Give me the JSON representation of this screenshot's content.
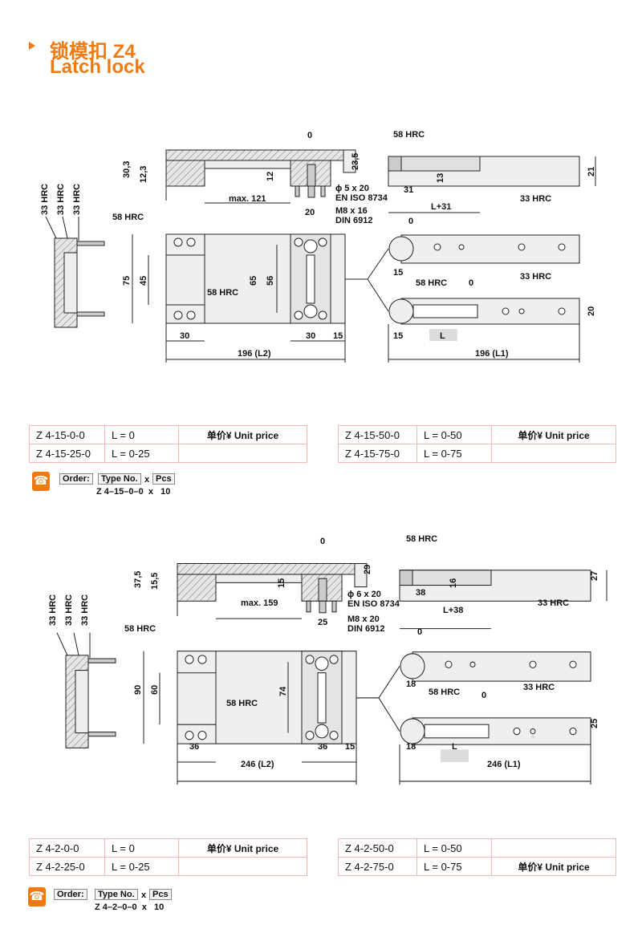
{
  "title": {
    "zh": "锁模扣 Z4",
    "en": "Latch lock"
  },
  "sections": [
    {
      "labels": {
        "zero_top": "0",
        "h303": "30,3",
        "h123": "12,3",
        "h235": "23,5",
        "h12": "12",
        "max": "max. 121",
        "pin": "ϕ 5 x 20",
        "pin_std": "EN ISO 8734",
        "screw": "M8 x 16",
        "screw_std": "DIN 6912",
        "hrc33": "33 HRC",
        "hrc58": "58 HRC",
        "w20": "20",
        "h75": "75",
        "h45": "45",
        "h65": "65",
        "h56": "56",
        "w30a": "30",
        "w30b": "30",
        "w15": "15",
        "l2": "196 (L2)",
        "r_13": "13",
        "r_31": "31",
        "r_21": "21",
        "r_lplus": "L+31",
        "r_zero": "0",
        "r_15a": "15",
        "r_15b": "15",
        "r_L": "L",
        "r_20": "20",
        "l1": "196 (L1)"
      },
      "table_left": [
        [
          "Z 4-15-0-0",
          "L = 0",
          "单价¥  Unit price"
        ],
        [
          "Z 4-15-25-0",
          "L = 0-25",
          ""
        ]
      ],
      "table_right": [
        [
          "Z 4-15-50-0",
          "L = 0-50",
          "单价¥  Unit price"
        ],
        [
          "Z 4-15-75-0",
          "L = 0-75",
          ""
        ]
      ],
      "order": {
        "label": "Order:",
        "type": "Type No.",
        "x": "x",
        "pcs": "Pcs",
        "example": "Z 4–15–0–0  x   10"
      }
    },
    {
      "labels": {
        "zero_top": "0",
        "h303": "37,5",
        "h123": "15,5",
        "h235": "29",
        "h12": "15",
        "max": "max. 159",
        "pin": "ϕ 6 x 20",
        "pin_std": "EN ISO 8734",
        "screw": "M8 x 20",
        "screw_std": "DIN 6912",
        "hrc33": "33 HRC",
        "hrc58": "58 HRC",
        "w20": "25",
        "h75": "90",
        "h45": "60",
        "h65": "",
        "h56": "74",
        "w30a": "36",
        "w30b": "36",
        "w15": "15",
        "l2": "246 (L2)",
        "r_13": "16",
        "r_31": "38",
        "r_21": "27",
        "r_lplus": "L+38",
        "r_zero": "0",
        "r_15a": "18",
        "r_15b": "18",
        "r_L": "L",
        "r_20": "25",
        "l1": "246 (L1)"
      },
      "table_left": [
        [
          "Z 4-2-0-0",
          "L = 0",
          "单价¥  Unit price"
        ],
        [
          "Z 4-2-25-0",
          "L = 0-25",
          ""
        ]
      ],
      "table_right": [
        [
          "Z 4-2-50-0",
          "L = 0-50",
          ""
        ],
        [
          "Z 4-2-75-0",
          "L = 0-75",
          "单价¥  Unit price"
        ]
      ],
      "order": {
        "label": "Order:",
        "type": "Type No.",
        "x": "x",
        "pcs": "Pcs",
        "example": "Z 4–2–0–0  x   10"
      }
    }
  ]
}
